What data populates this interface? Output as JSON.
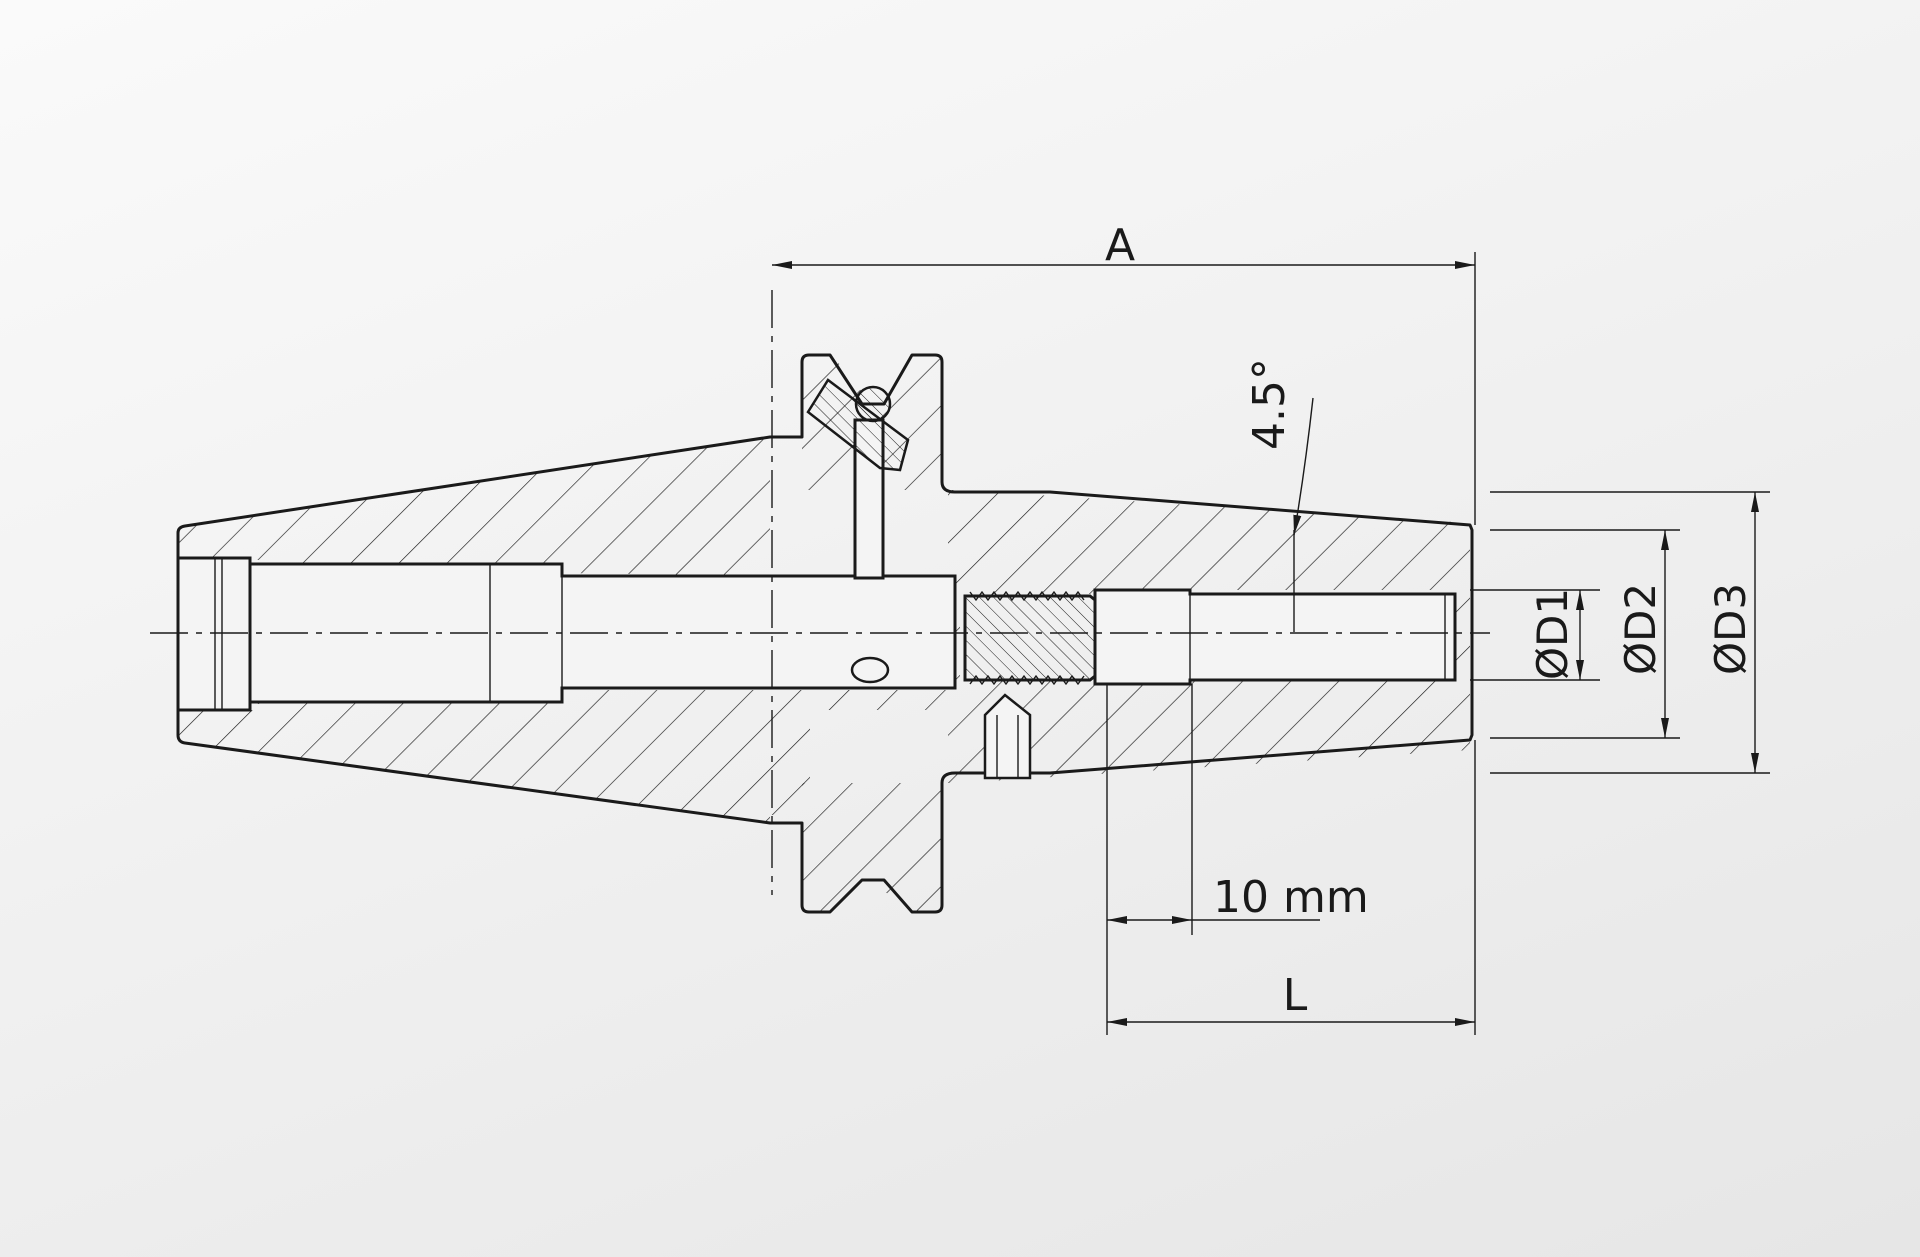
{
  "drawing": {
    "labels": {
      "length_a": "A",
      "angle": "4.5°",
      "d1": "ØD1",
      "d2": "ØD2",
      "d3": "ØD3",
      "offset_10mm": "10 mm",
      "length_l": "L"
    },
    "colors": {
      "line": "#1a1a1a",
      "background_light": "#fafafa",
      "background_dark": "#e6e6e6"
    }
  }
}
